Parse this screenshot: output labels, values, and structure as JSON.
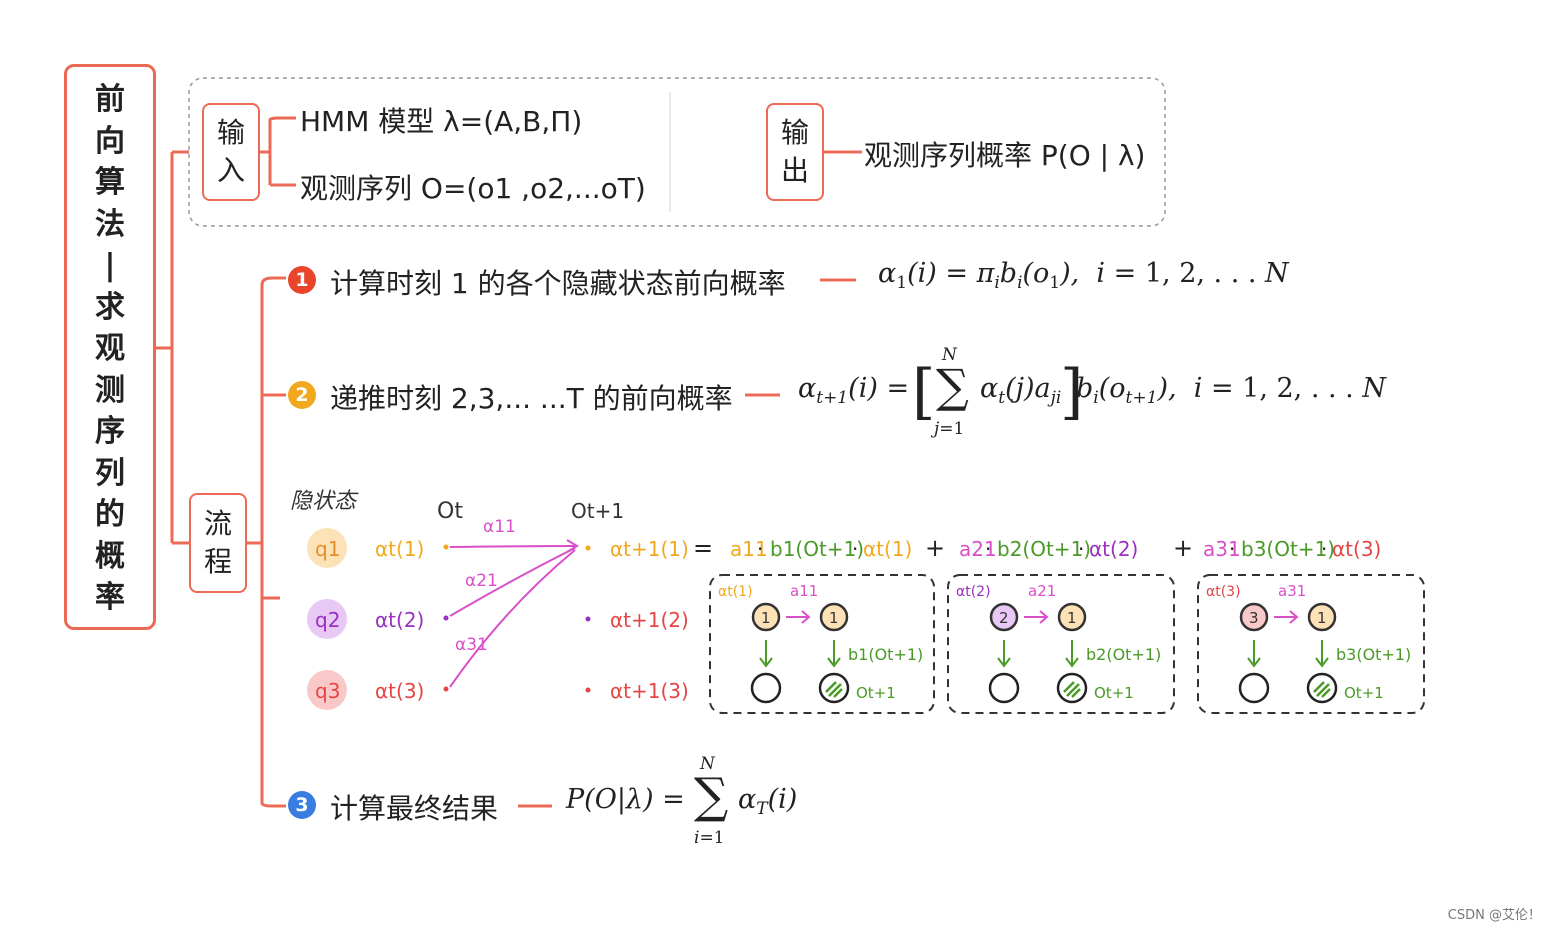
{
  "root": {
    "title_chars": [
      "前",
      "向",
      "算",
      "法",
      "|",
      "求",
      "观",
      "测",
      "序",
      "列",
      "的",
      "概",
      "率"
    ]
  },
  "input_box": {
    "label": "输\n入",
    "items": [
      "HMM 模型 λ=(A,B,Π)",
      "观测序列 O=(o1 ,o2,...oT)"
    ],
    "output_label": "输\n出",
    "output_item": "观测序列概率 P(O | λ)"
  },
  "process": {
    "label": "流\n程",
    "steps": [
      {
        "num": "1",
        "color": "#e8452c",
        "text": "计算时刻 1 的各个隐藏状态前向概率"
      },
      {
        "num": "2",
        "color": "#f2a81d",
        "text": "递推时刻 2,3,... ...T 的前向概率"
      },
      {
        "num": "3",
        "color": "#3a7de0",
        "text": "计算最终结果"
      }
    ]
  },
  "illustration": {
    "header_hidden": "隐状态",
    "header_ot": "Ot",
    "header_ot1": "Ot+1",
    "states": [
      "q1",
      "q2",
      "q3"
    ],
    "alpha_t": [
      "αt(1)",
      "αt(2)",
      "αt(3)"
    ],
    "edges": [
      "α11",
      "α21",
      "α31"
    ],
    "alpha_t1": [
      "αt+1(1)",
      "αt+1(2)",
      "αt+1(3)"
    ],
    "eq_sign": "=",
    "terms": [
      {
        "a": "a11",
        "b": "b1(Ot+1)",
        "alpha": "αt(1)",
        "state": "1",
        "ob": "b1(Ot+1)"
      },
      {
        "a": "a21",
        "b": "b2(Ot+1)",
        "alpha": "αt(2)",
        "state": "2",
        "ob": "b2(Ot+1)"
      },
      {
        "a": "a31",
        "b": "b3(Ot+1)",
        "alpha": "αt(3)",
        "state": "3",
        "ob": "b3(Ot+1)"
      }
    ],
    "plus": "+",
    "obs_label": "Ot+1",
    "target_state": "1"
  },
  "watermark": "CSDN @艾伦！",
  "colors": {
    "accent": "#ec6a55",
    "orange": "#f2a81d",
    "purple": "#9a2fc2",
    "red": "#e64545",
    "green": "#4a9a27",
    "pink": "#d94fc9"
  }
}
